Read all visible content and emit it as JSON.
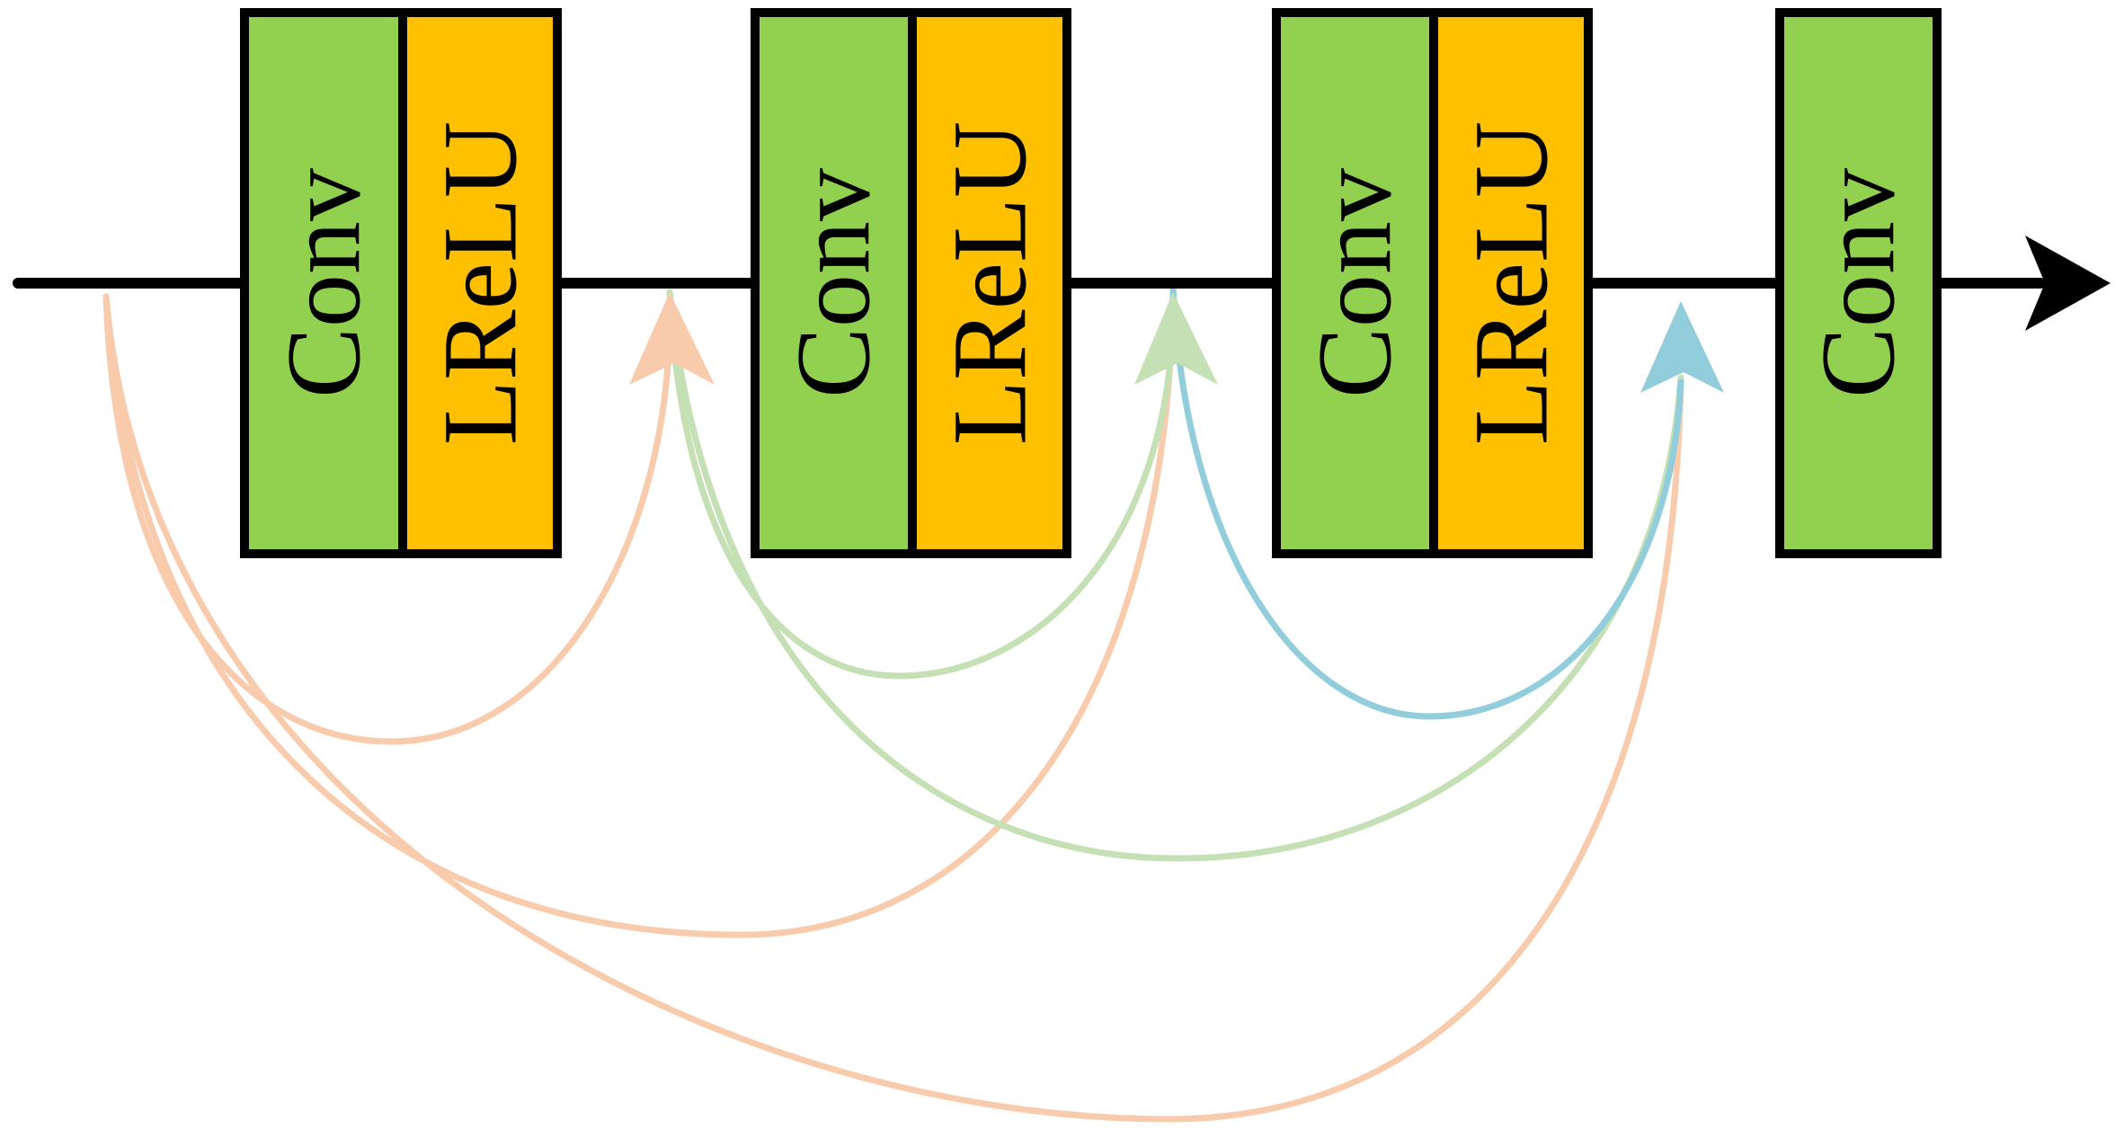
{
  "diagram": {
    "blocks": [
      {
        "id": "block-1",
        "layers": [
          {
            "label": "Conv",
            "kind": "conv"
          },
          {
            "label": "LReLU",
            "kind": "lrelu"
          }
        ]
      },
      {
        "id": "block-2",
        "layers": [
          {
            "label": "Conv",
            "kind": "conv"
          },
          {
            "label": "LReLU",
            "kind": "lrelu"
          }
        ]
      },
      {
        "id": "block-3",
        "layers": [
          {
            "label": "Conv",
            "kind": "conv"
          },
          {
            "label": "LReLU",
            "kind": "lrelu"
          }
        ]
      },
      {
        "id": "block-4",
        "layers": [
          {
            "label": "Conv",
            "kind": "conv"
          }
        ]
      }
    ],
    "colors": {
      "conv": "#92d050",
      "lrelu": "#ffc000",
      "stroke": "#000000",
      "skip_orange": "#f8cbad",
      "skip_green": "#c5e0b4",
      "skip_blue": "#92cddc"
    }
  }
}
